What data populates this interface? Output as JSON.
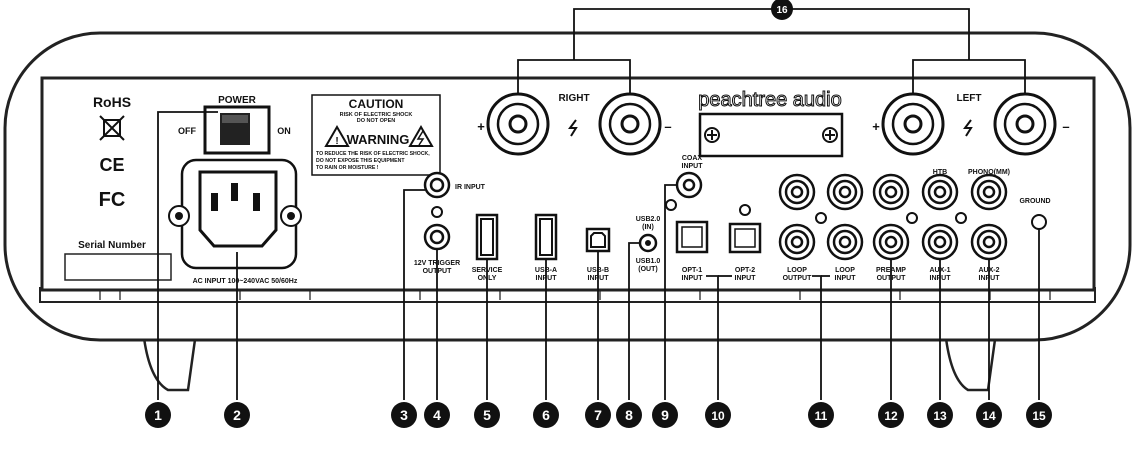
{
  "brand": "peachtree audio",
  "panel_marks": {
    "rohs": "RoHS",
    "ce": "CE",
    "fc": "FC",
    "serial_number": "Serial Number",
    "power": "POWER",
    "off": "OFF",
    "on": "ON",
    "ac_input": "AC INPUT 100~240VAC 50/60Hz",
    "right": "RIGHT",
    "left": "LEFT",
    "plus": "+",
    "minus": "–",
    "caution_title": "CAUTION",
    "caution_line1": "RISK OF ELECTRIC SHOCK",
    "caution_line2": "DO NOT OPEN",
    "warning": "WARNING",
    "warning_line1": "TO REDUCE THE RISK OF ELECTRIC SHOCK,",
    "warning_line2": "DO NOT EXPOSE THIS EQUIPMENT",
    "warning_line3": "TO RAIN OR MOISTURE !"
  },
  "port_labels": {
    "ir_input": "IR INPUT",
    "trigger_1": "12V TRIGGER",
    "trigger_2": "OUTPUT",
    "service_1": "SERVICE",
    "service_2": "ONLY",
    "usba_1": "USB-A",
    "usba_2": "INPUT",
    "usbb_1": "USB-B",
    "usbb_2": "INPUT",
    "usb20_1": "USB2.0",
    "usb20_2": "(IN)",
    "usb10_1": "USB1.0",
    "usb10_2": "(OUT)",
    "coax_1": "COAX",
    "coax_2": "INPUT",
    "opt1_1": "OPT-1",
    "opt1_2": "INPUT",
    "opt2_1": "OPT-2",
    "opt2_2": "INPUT",
    "loopout_1": "LOOP",
    "loopout_2": "OUTPUT",
    "loopin_1": "LOOP",
    "loopin_2": "INPUT",
    "preamp_1": "PREAMP",
    "preamp_2": "OUTPUT",
    "aux1_1": "AUX-1",
    "aux1_2": "INPUT",
    "aux2_1": "AUX-2",
    "aux2_2": "INPUT",
    "htb": "HTB",
    "phono": "PHONO(MM)",
    "ground": "GROUND"
  },
  "callouts": [
    "1",
    "2",
    "3",
    "4",
    "5",
    "6",
    "7",
    "8",
    "9",
    "10",
    "11",
    "12",
    "13",
    "14",
    "15",
    "16"
  ]
}
